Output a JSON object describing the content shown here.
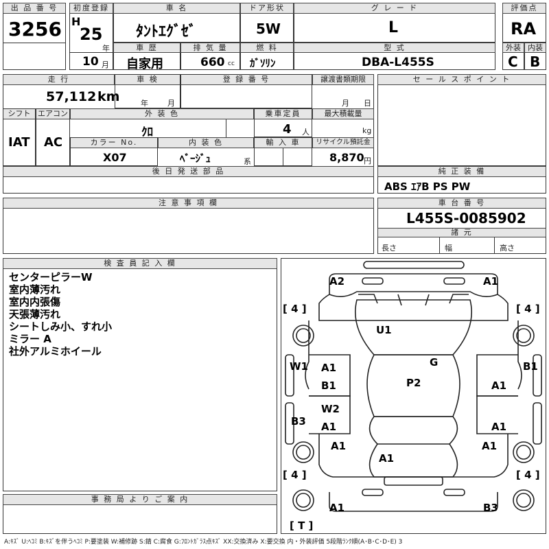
{
  "header": {
    "lot_no_label": "出 品 番 号",
    "lot_no": "3256",
    "first_reg_label": "初度登録",
    "era": "H",
    "year": "25",
    "year_unit": "年",
    "month": "10",
    "month_unit": "月",
    "car_name_label": "車 名",
    "car_name": "ﾀﾝﾄｴｸﾞｾﾞ",
    "door_label": "ドア形状",
    "door": "5W",
    "grade_label": "グ レ ー ド",
    "grade": "L",
    "score_label": "評価点",
    "score": "RA",
    "history_label": "車 歴",
    "history": "自家用",
    "displacement_label": "排 気 量",
    "displacement": "660",
    "displacement_unit": "cc",
    "fuel_label": "燃 料",
    "fuel": "ｶﾞｿﾘﾝ",
    "model_label": "型 式",
    "model": "DBA-L455S",
    "exterior_label": "外装",
    "exterior": "C",
    "interior_label": "内装",
    "interior": "B"
  },
  "details": {
    "mileage_label": "走 行",
    "mileage": "57,112",
    "mileage_unit": "km",
    "inspection_label": "車 検",
    "insp_year_unit": "年",
    "insp_month_unit": "月",
    "reg_no_label": "登 録 番 号",
    "transfer_label": "譲渡書類期限",
    "transfer_month_unit": "月",
    "transfer_day_unit": "日",
    "shift_label": "シフト",
    "shift": "IAT",
    "ac_label": "エアコン",
    "ac": "AC",
    "color_label": "外 装 色",
    "color": "ｸﾛ",
    "capacity_label": "乗車定員",
    "capacity": "4",
    "capacity_unit": "人",
    "max_load_label": "最大積載量",
    "max_load_unit": "kg",
    "color_no_label": "カラー No.",
    "color_no": "X07",
    "int_color_label": "内 装 色",
    "int_color": "ﾍﾞｰｼﾞｭ",
    "int_color_unit": "系",
    "import_label": "輸 入 車",
    "recycle_label": "リサイクル預託金",
    "recycle": "8,870",
    "recycle_unit": "円",
    "later_parts_label": "後 日 発 送 部 品",
    "sales_point_label": "セ ー ル ス ポ イ ン ト",
    "equipment_label": "純 正 装 備",
    "equipment": "ABS ｴｱB PS PW",
    "caution_label": "注 意 事 項 欄",
    "chassis_label": "車 台 番 号",
    "chassis": "L455S-0085902",
    "spec_label": "諸 元",
    "length_label": "長さ",
    "width_label": "幅",
    "height_label": "高さ"
  },
  "inspector": {
    "label": "検 査 員 記 入 欄",
    "lines": [
      "センターピラーW",
      "室内薄汚れ",
      "室内内張傷",
      "天張薄汚れ",
      "シートしみ小、すれ小",
      "ミラー A",
      "社外アルミホイール"
    ]
  },
  "office": {
    "label": "事 務 局 よ り ご 案 内"
  },
  "diagram": {
    "marks": {
      "a2_fl": "A2",
      "a1_fr": "A1",
      "u1": "U1",
      "g": "G",
      "w1": "W1",
      "a1_l1": "A1",
      "b1_l1": "B1",
      "w2": "W2",
      "a1_l2": "A1",
      "b3": "B3",
      "a1_l3": "A1",
      "a1_c": "A1",
      "p2": "P2",
      "b1_r": "B1",
      "a1_r1": "A1",
      "a1_r2": "A1",
      "a1_r3": "A1",
      "a1_rl": "A1",
      "b3_rr": "B3"
    },
    "tires": {
      "fl": "[ 4 ]",
      "fr": "[ 4 ]",
      "rl": "[ 4 ]",
      "rr": "[ 4 ]",
      "spare": "[ T ]"
    }
  },
  "legend": "A:ｷｽﾞ U:ﾍｺﾐ B:ｷｽﾞを伴うﾍｺﾐ P:要塗装 W:補修跡 S:錆 C:腐食 G:ﾌﾛﾝﾄｶﾞﾗｽ点ｷｽﾞ XX:交換済み X:要交換 内・外装評価 5段階ﾗﾝｸ順(A･B･C･D･E) 3"
}
